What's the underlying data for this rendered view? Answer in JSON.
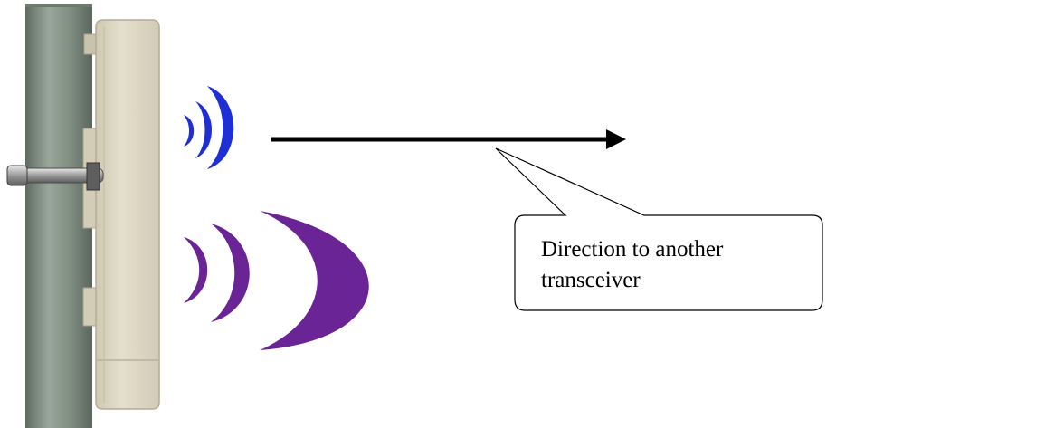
{
  "callout": {
    "line1": "Direction to another",
    "line2": "transceiver"
  },
  "colors": {
    "pole": "#7d8a7e",
    "pole_highlight": "#9aa89c",
    "pole_shadow": "#5f6b61",
    "device_body": "#dcd6c2",
    "device_shadow": "#bdb6a0",
    "wave_small": "#1f2fd6",
    "wave_large": "#6a2495",
    "arrow": "#000000",
    "callout_border": "#000000"
  },
  "icons": {
    "pole": "mounting-pole",
    "device": "outdoor-antenna-unit",
    "clamp": "hose-clamp",
    "waves_small": "signal-waves-blue",
    "waves_large": "signal-waves-purple",
    "arrow": "direction-arrow"
  }
}
